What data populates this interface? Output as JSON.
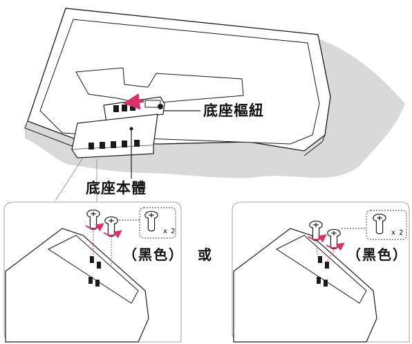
{
  "labels": {
    "stand_hinge": "底座樞紐",
    "stand_body": "底座本體",
    "or": "或"
  },
  "left_panel": {
    "color_note": "（黑色）",
    "screw_count": "x 2"
  },
  "right_panel": {
    "color_note": "（黑色）",
    "screw_count": "x 2"
  },
  "colors": {
    "line": "#1a1a1a",
    "shadow": "#d9d9d9",
    "accent": "#d6336c"
  },
  "icons": [
    "screw-icon",
    "rotate-arrow-icon",
    "slide-arrow-icon"
  ]
}
